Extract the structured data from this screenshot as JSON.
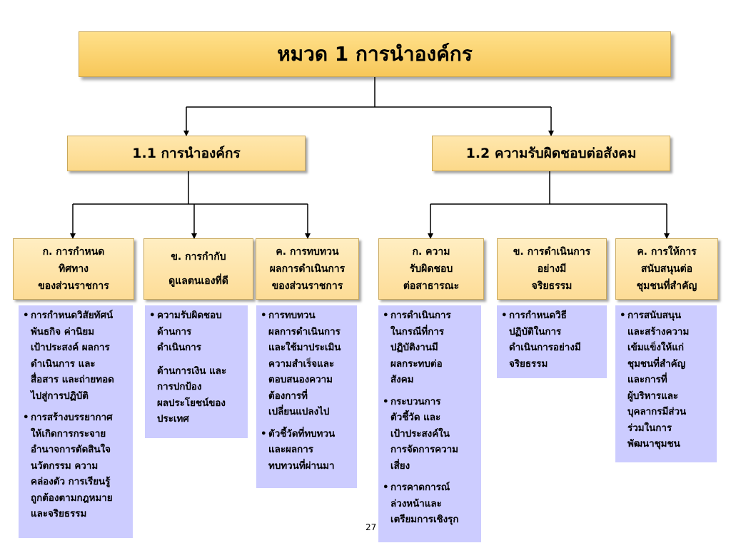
{
  "title": "หมวด 1 การนำองค์กร",
  "sections": [
    {
      "label": "1.1 การนำองค์กร",
      "categories": [
        {
          "lines": [
            "ก. การกำหนด",
            "ทิศทาง",
            "ของส่วนราชการ"
          ],
          "items": [
            [
              "การกำหนดวิสัยทัศน์",
              "พันธกิจ ค่านิยม",
              "เป้าประสงค์ ผลการ",
              "ดำเนินการ และ",
              "สื่อสาร และถ่ายทอด",
              "ไปสู่การปฏิบัติ"
            ],
            [
              "การสร้างบรรยากาศ",
              "ให้เกิดการกระจาย",
              "อำนาจการตัดสินใจ",
              "นวัตกรรม ความ",
              "คล่องตัว การเรียนรู้",
              "ถูกต้องตามกฎหมาย",
              "และจริยธรรม"
            ]
          ]
        },
        {
          "lines": [
            "ข. การกำกับ",
            "ดูแลตนเองที่ดี"
          ],
          "items": [
            [
              "ความรับผิดชอบ",
              "ด้านการ",
              "ดำเนินการ",
              "ด้านการเงิน และ",
              "การปกป้อง",
              "ผลประโยชน์ของ",
              "ประเทศ"
            ]
          ]
        },
        {
          "lines": [
            "ค. การทบทวน",
            "ผลการดำเนินการ",
            "ของส่วนราชการ"
          ],
          "items": [
            [
              "การทบทวน",
              "ผลการดำเนินการ",
              "และใช้มาประเมิน",
              "ความสำเร็จและ",
              "ตอบสนองความ",
              "ต้องการที่",
              "เปลี่ยนแปลงไป"
            ],
            [
              "ตัวชี้วัดที่ทบทวน",
              "และผลการ",
              "ทบทวนที่ผ่านมา"
            ]
          ]
        }
      ]
    },
    {
      "label": "1.2 ความรับผิดชอบต่อสังคม",
      "categories": [
        {
          "lines": [
            "ก. ความ",
            "รับผิดชอบ",
            "ต่อสาธารณะ"
          ],
          "items": [
            [
              "การดำเนินการ",
              "ในกรณีที่การ",
              "ปฏิบัติงานมี",
              "ผลกระทบต่อ",
              "สังคม"
            ],
            [
              "กระบวนการ",
              "ตัวชี้วัด และ",
              "เป้าประสงค์ใน",
              "การจัดการความ",
              "เสี่ยง"
            ],
            [
              "การคาดการณ์",
              "ล่วงหน้าและ",
              "เตรียมการเชิงรุก"
            ]
          ]
        },
        {
          "lines": [
            "ข. การดำเนินการ",
            "อย่างมี",
            "จริยธรรม"
          ],
          "items": [
            [
              "การกำหนดวิธี",
              "ปฏิบัติในการ",
              "ดำเนินการอย่างมี",
              "จริยธรรม"
            ]
          ]
        },
        {
          "lines": [
            "ค. การให้การ",
            "สนับสนุนต่อ",
            "ชุมชนที่สำคัญ"
          ],
          "items": [
            [
              "การสนับสนุน",
              "และสร้างความ",
              "เข้มแข็งให้แก่",
              "ชุมชนที่สำคัญ",
              "และการที่",
              "ผู้บริหารและ",
              "บุคลากรมีส่วน",
              "ร่วมในการ",
              "พัฒนาชุมชน"
            ]
          ]
        }
      ]
    }
  ],
  "bullet": "•",
  "page_number": "27",
  "colors": {
    "top_box": "#f7c759",
    "section_box": "#fcd98a",
    "category_box": "#fddc96",
    "detail_box": "#ccccff",
    "connector": "#000000"
  }
}
